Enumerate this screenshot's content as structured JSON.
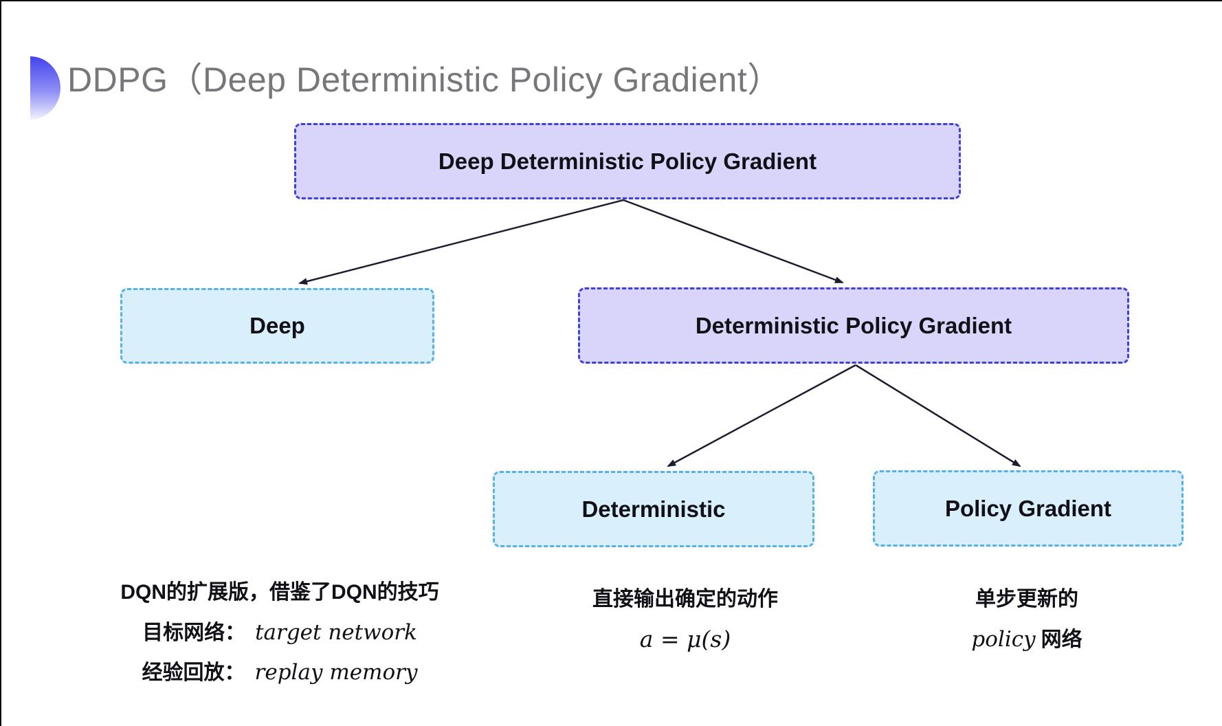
{
  "title": {
    "text": "DDPG（Deep Deterministic Policy Gradient）"
  },
  "nodes": {
    "root": {
      "label": "Deep Deterministic Policy Gradient",
      "variant": "purple"
    },
    "deep": {
      "label": "Deep",
      "variant": "cyan"
    },
    "dpg": {
      "label": "Deterministic Policy Gradient",
      "variant": "purple"
    },
    "deterministic": {
      "label": "Deterministic",
      "variant": "cyan"
    },
    "policy_gradient": {
      "label": "Policy Gradient",
      "variant": "cyan"
    }
  },
  "annotations": {
    "deep": {
      "line1": "DQN的扩展版，借鉴了DQN的技巧",
      "line2_label": "目标网络：",
      "line2_value": "target network",
      "line3_label": "经验回放：",
      "line3_value": "replay memory"
    },
    "deterministic": {
      "line1": "直接输出确定的动作",
      "formula": "a = μ(s)"
    },
    "policy_gradient": {
      "line1": "单步更新的",
      "line2_italic": "policy",
      "line2_text": "网络"
    }
  },
  "colors": {
    "page_bg": "#ffffff",
    "frame_line": "#0b0b0b",
    "title_text": "#77777b",
    "node_text": "#101016",
    "purple_fill": "#d9d5fa",
    "purple_border": "#3f3fd9",
    "cyan_fill": "#d9effb",
    "cyan_border": "#58b1e2",
    "arrow": "#1d1d30",
    "bullet_top": "#4343ee",
    "bullet_bottom": "#f2f2ff",
    "annotation_text": "#101016"
  }
}
